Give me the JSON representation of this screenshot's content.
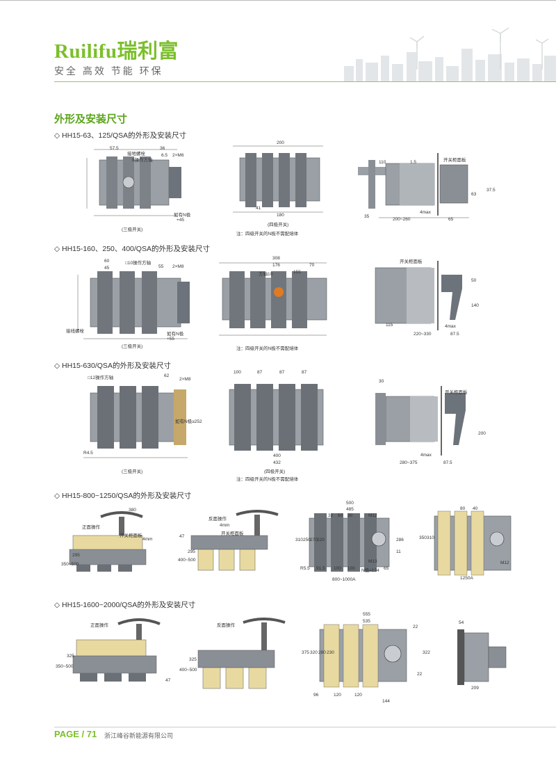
{
  "header": {
    "brand": "Ruilifu瑞利富",
    "slogan": "安全 高效 节能 环保"
  },
  "section_title": "外形及安装尺寸",
  "sections": [
    {
      "heading": "◇ HH15-63、125/QSA的外形及安装尺寸",
      "cap_3pole": "(三极开关)",
      "cap_4pole": "(四极开关)",
      "note": "注：四级开关的N极不需配熔体",
      "labels": [
        "57.5",
        "接地螺栓",
        "8操作方轴",
        "36",
        "6.5",
        "2×M6",
        "如有N极",
        "+45",
        "200",
        "180",
        "41",
        "110",
        "1.5",
        "开关柜面板",
        "37.5",
        "63",
        "35",
        "4max",
        "200~260",
        "65"
      ]
    },
    {
      "heading": "◇ HH15-160、250、400/QSA的外形及安装尺寸",
      "cap_3pole": "(三极开关)",
      "note": "注：四级开关的N极不需配熔体",
      "labels": [
        "60",
        "45",
        "□10操作方轴",
        "55",
        "2×M8",
        "接线螺栓",
        "如有N极",
        "+55",
        "308",
        "176",
        "70",
        "方轴10",
        "155",
        "开关柜面板",
        "50",
        "140",
        "115",
        "4max",
        "220~330",
        "87.5"
      ]
    },
    {
      "heading": "◇ HH15-630/QSA的外形及安装尺寸",
      "cap_3pole": "(三极开关)",
      "cap_4pole": "(四极开关)",
      "note": "注：四级开关的N极不需配熔体",
      "labels": [
        "□12操作方轴",
        "62",
        "2×M8",
        "如有N极≥252",
        "R4.5",
        "100",
        "87",
        "87",
        "87",
        "400",
        "432",
        "30",
        "开关柜面板",
        "200",
        "4max",
        "280~375",
        "87.5"
      ]
    },
    {
      "heading": "◇ HH15-800~1250/QSA的外形及安装尺寸",
      "labels": [
        "380",
        "正面操作",
        "开关柜面板",
        "4mm",
        "350~500",
        "295",
        "反面操作",
        "4mm",
        "开关柜面板",
        "47",
        "400~500",
        "295",
        "500",
        "485",
        "32",
        "60",
        "30",
        "M12",
        "310",
        "250",
        "270",
        "220",
        "R5.5",
        "91.5",
        "100",
        "100",
        "N极≈124",
        "65",
        "286",
        "11",
        "M13",
        "800~1000A",
        "80",
        "40",
        "350",
        "310",
        "M12",
        "1250A"
      ]
    },
    {
      "heading": "◇ HH15-1600~2000/QSA的外形及安装尺寸",
      "labels": [
        "正面操作",
        "350~500",
        "325",
        "47",
        "反面操作",
        "400~500",
        "325",
        "555",
        "535",
        "22",
        "375",
        "320",
        "280",
        "230",
        "96",
        "120",
        "120",
        "144",
        "22",
        "322",
        "54",
        "209"
      ]
    }
  ],
  "footer": {
    "page_label": "PAGE / 71",
    "company": "浙江峰谷新能源有限公司"
  },
  "colors": {
    "brand_green": "#7bbf2a",
    "title_green": "#5aa51a",
    "device_grey": "#8a8f96",
    "device_dark": "#5e6369"
  }
}
